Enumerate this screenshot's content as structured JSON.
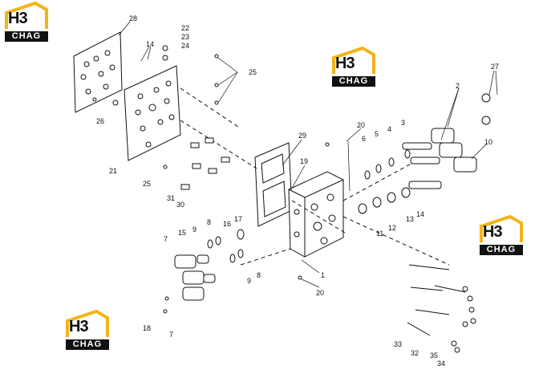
{
  "logo": {
    "letters": "H3",
    "wordmark": "CHAG",
    "colors": {
      "accent": "#f2b418",
      "text": "#111111"
    }
  },
  "callouts": [
    "1",
    "2",
    "3",
    "4",
    "5",
    "6",
    "7",
    "8",
    "9",
    "10",
    "11",
    "12",
    "13",
    "14",
    "15",
    "16",
    "17",
    "18",
    "19",
    "20",
    "21",
    "22",
    "23",
    "24",
    "25",
    "26",
    "27",
    "28",
    "29",
    "30",
    "31",
    "32",
    "33",
    "34",
    "35"
  ]
}
